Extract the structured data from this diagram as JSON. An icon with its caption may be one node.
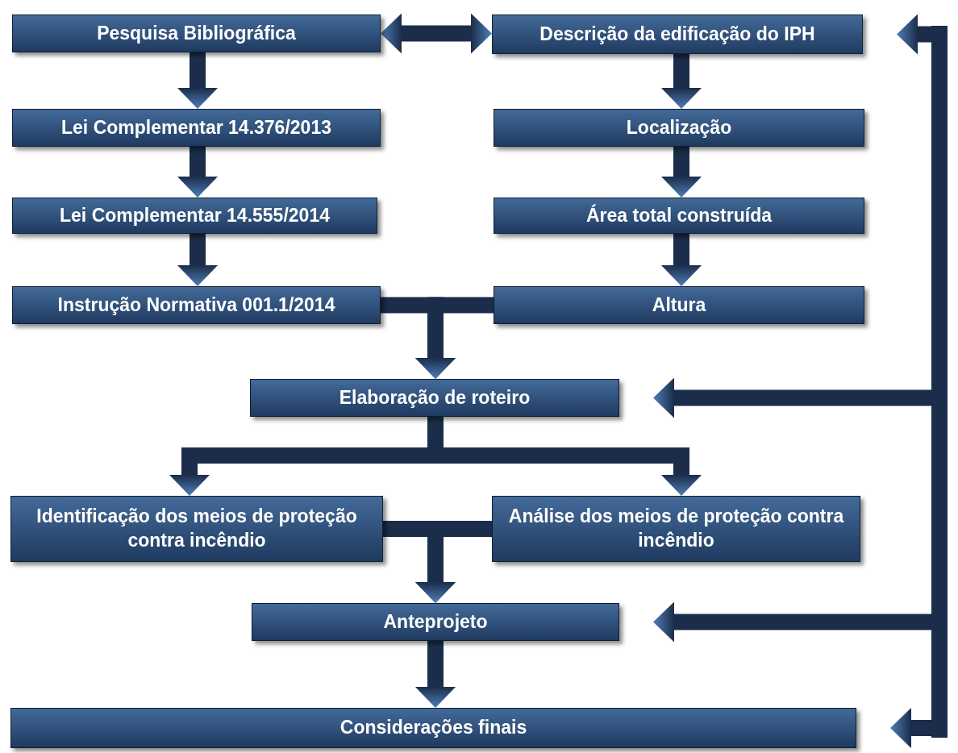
{
  "diagram": {
    "nodes": [
      {
        "text": [
          "Pesquisa Bibliográfica"
        ]
      },
      {
        "text": [
          "Descrição da edificação do IPH"
        ]
      },
      {
        "text": [
          "Lei Complementar 14.376/2013"
        ]
      },
      {
        "text": [
          "Localização"
        ]
      },
      {
        "text": [
          "Lei Complementar 14.555/2014"
        ]
      },
      {
        "text": [
          "Área total construída"
        ]
      },
      {
        "text": [
          "Instrução Normativa 001.1/2014"
        ]
      },
      {
        "text": [
          "Altura"
        ]
      },
      {
        "text": [
          "Elaboração de roteiro"
        ]
      },
      {
        "text": [
          "Identificação dos meios de proteção contra incêndio"
        ]
      },
      {
        "text": [
          "Análise dos meios de proteção contra incêndio"
        ]
      },
      {
        "text": [
          "Anteprojeto"
        ]
      },
      {
        "text": [
          "Considerações finais"
        ]
      }
    ],
    "edges": [
      {
        "from": 0,
        "to": 1,
        "arrow": "both"
      },
      {
        "from": 0,
        "to": 2,
        "arrow": "to"
      },
      {
        "from": 2,
        "to": 4,
        "arrow": "to"
      },
      {
        "from": 4,
        "to": 6,
        "arrow": "to"
      },
      {
        "from": 1,
        "to": 3,
        "arrow": "to"
      },
      {
        "from": 3,
        "to": 5,
        "arrow": "to"
      },
      {
        "from": 5,
        "to": 7,
        "arrow": "to"
      },
      {
        "from": 6,
        "to": 8,
        "arrow": "to"
      },
      {
        "from": 7,
        "to": 8,
        "arrow": "to"
      },
      {
        "from": 8,
        "to": 9,
        "arrow": "to"
      },
      {
        "from": 8,
        "to": 10,
        "arrow": "to"
      },
      {
        "from": 9,
        "to": 11,
        "arrow": "to"
      },
      {
        "from": 10,
        "to": 11,
        "arrow": "to"
      },
      {
        "from": 11,
        "to": 12,
        "arrow": "to"
      },
      {
        "from": null,
        "to": 1,
        "arrow": "to"
      },
      {
        "from": null,
        "to": 8,
        "arrow": "to"
      },
      {
        "from": null,
        "to": 11,
        "arrow": "to"
      },
      {
        "from": null,
        "to": 12,
        "arrow": "to"
      }
    ]
  }
}
